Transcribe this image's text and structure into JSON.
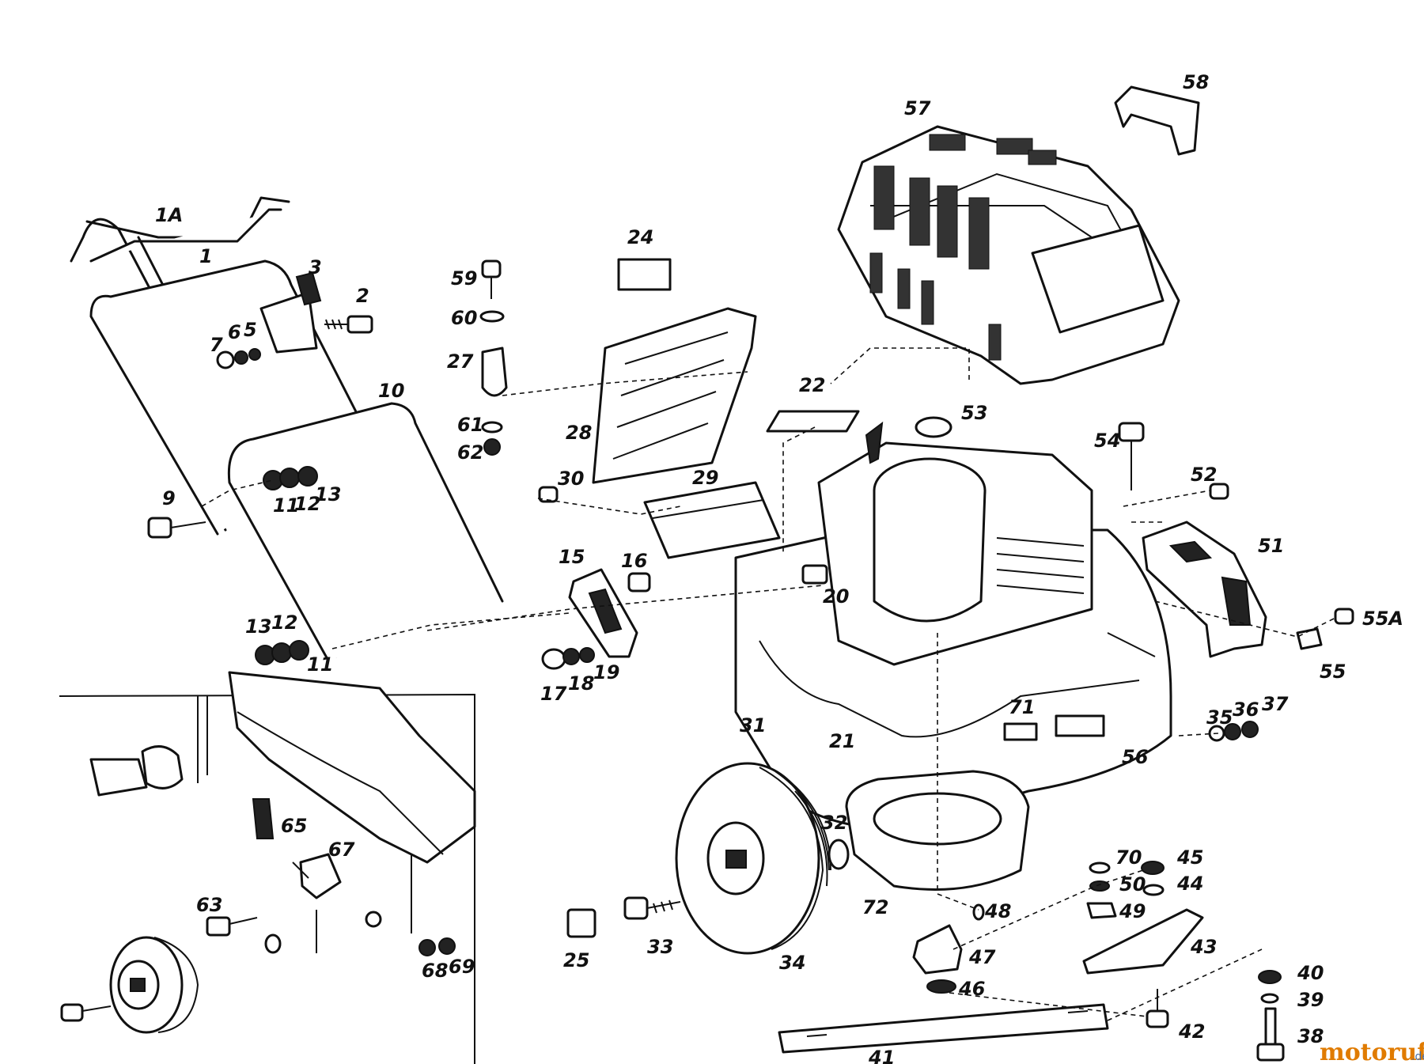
{
  "callouts": {
    "c1": "1",
    "c1A": "1A",
    "c2": "2",
    "c3": "3",
    "c5": "5",
    "c6": "6",
    "c7": "7",
    "c9": "9",
    "c10": "10",
    "c11a": "11",
    "c12a": "12",
    "c13a": "13",
    "c11b": "11",
    "c12b": "12",
    "c13b": "13",
    "c15": "15",
    "c16": "16",
    "c17": "17",
    "c18": "18",
    "c19": "19",
    "c20": "20",
    "c21": "21",
    "c22": "22",
    "c24": "24",
    "c25": "25",
    "c27": "27",
    "c28": "28",
    "c29": "29",
    "c30": "30",
    "c31": "31",
    "c32": "32",
    "c33": "33",
    "c34": "34",
    "c35": "35",
    "c36": "36",
    "c37": "37",
    "c38": "38",
    "c39": "39",
    "c40": "40",
    "c41": "41",
    "c42": "42",
    "c43": "43",
    "c44": "44",
    "c45": "45",
    "c46": "46",
    "c47": "47",
    "c48": "48",
    "c49": "49",
    "c50": "50",
    "c51": "51",
    "c52": "52",
    "c53": "53",
    "c54": "54",
    "c55": "55",
    "c55A": "55A",
    "c56": "56",
    "c57": "57",
    "c58": "58",
    "c59": "59",
    "c60": "60",
    "c61": "61",
    "c62": "62",
    "c63": "63",
    "c65": "65",
    "c67": "67",
    "c68": "68",
    "c69": "69",
    "c70": "70",
    "c71": "71",
    "c72": "72"
  },
  "watermark": {
    "brand": "motoruf",
    "tld": ".de",
    "brand_color": "#e07b00"
  }
}
